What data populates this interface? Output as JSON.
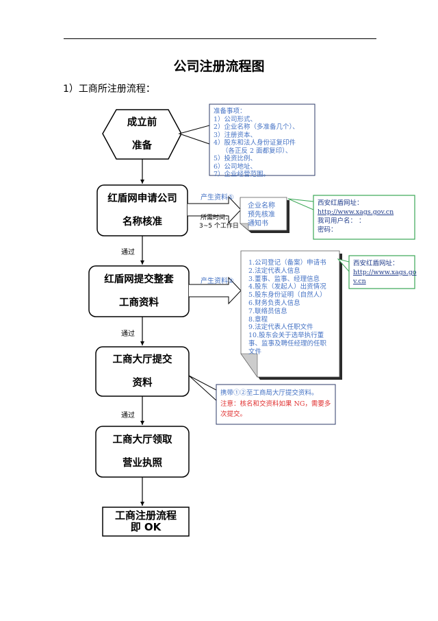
{
  "header": {
    "title": "公司注册流程图",
    "subtitle": "1）工商所注册流程："
  },
  "nodes": {
    "start": {
      "line1": "成立前",
      "line2": "准备"
    },
    "step1": {
      "line1": "红盾网申请公司",
      "line2": "名称核准"
    },
    "step2": {
      "line1": "红盾网提交整套",
      "line2": "工商资料"
    },
    "step3": {
      "line1": "工商大厅提交",
      "line2": "资料"
    },
    "step4": {
      "line1": "工商大厅领取",
      "line2": "营业执照"
    },
    "end": {
      "line1": "工商注册流程",
      "line2": "即 OK"
    }
  },
  "edges": {
    "passed1": "通过",
    "passed2": "通过",
    "passed3": "通过",
    "material1": "产生资料①",
    "material2": "产生资料②",
    "time_label": "所需时间：",
    "time_value": "3~5 个工作日"
  },
  "notes": {
    "prep": {
      "heading": "准备事项：",
      "items": [
        "1）公司形式、",
        "2）企业名称（多准备几个）、",
        "3）注册资本、",
        "4）股东和法人身份证复印件",
        "（各正反 2 面都复印）、",
        "5）投资比例、",
        "6）公司地址、",
        "7）企业经营范围。"
      ]
    },
    "doc1": {
      "lines": [
        "企业名称",
        "预先核准",
        "通知书"
      ]
    },
    "site1": {
      "label": "西安红盾网址：",
      "url": "http://www.xags.gov.cn",
      "user": "我司用户名：  ：",
      "password": "密码："
    },
    "doc2": {
      "items": [
        "1.公司登记（备案）申请书",
        "2.法定代表人信息",
        "3.董事、监事、经理信息",
        "4.股东（发起人）出资情况",
        "5.股东身份证明（自然人）",
        "6.财务负责人信息",
        "7.联络员信息",
        "8.章程",
        "9.法定代表人任职文件",
        "10.股东会关于选举执行董",
        "事、监事及聘任经理的任职",
        "文件"
      ]
    },
    "site2": {
      "label": "西安红盾网址：",
      "url1": "http://www.xags.go",
      "url2": "v.cn"
    },
    "carry": {
      "line1": "携带①②至工商局大厅提交资料。",
      "line2": "注意：核名和交资料如果 NG，需要多",
      "line3": "次提交。"
    }
  },
  "colors": {
    "blue_text": "#4472c4",
    "green_border": "#3aa655",
    "red_text": "#e03030",
    "note_border": "#2b3a67"
  }
}
